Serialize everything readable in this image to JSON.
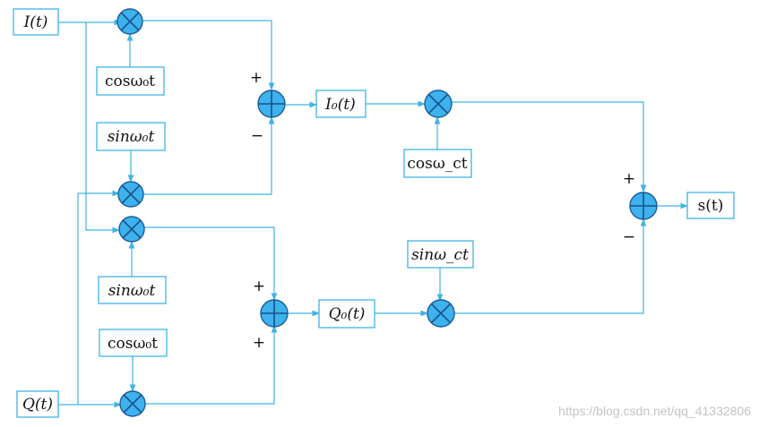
{
  "inputs": {
    "i_label": "I(t)",
    "q_label": "Q(t)"
  },
  "carriers": {
    "cos_w0_top": "cosω₀t",
    "sin_w0_upper": "sinω₀t",
    "sin_w0_lower": "sinω₀t",
    "cos_w0_bottom": "cosω₀t",
    "cos_wc": "cosω_ct",
    "sin_wc": "sinω_ct"
  },
  "intermediate": {
    "i0_label": "I₀(t)",
    "q0_label": "Q₀(t)"
  },
  "output": {
    "s_label": "s(t)"
  },
  "signs": {
    "adder_i_top": "+",
    "adder_i_bottom": "−",
    "adder_q_top": "+",
    "adder_q_bottom": "+",
    "adder_out_top": "+",
    "adder_out_bottom": "−"
  },
  "watermark": "https://blog.csdn.net/qq_41332806",
  "colors": {
    "wire": "#3fb3e6",
    "node_fill": "#3db2ec",
    "node_stroke": "#1a5c9a"
  }
}
